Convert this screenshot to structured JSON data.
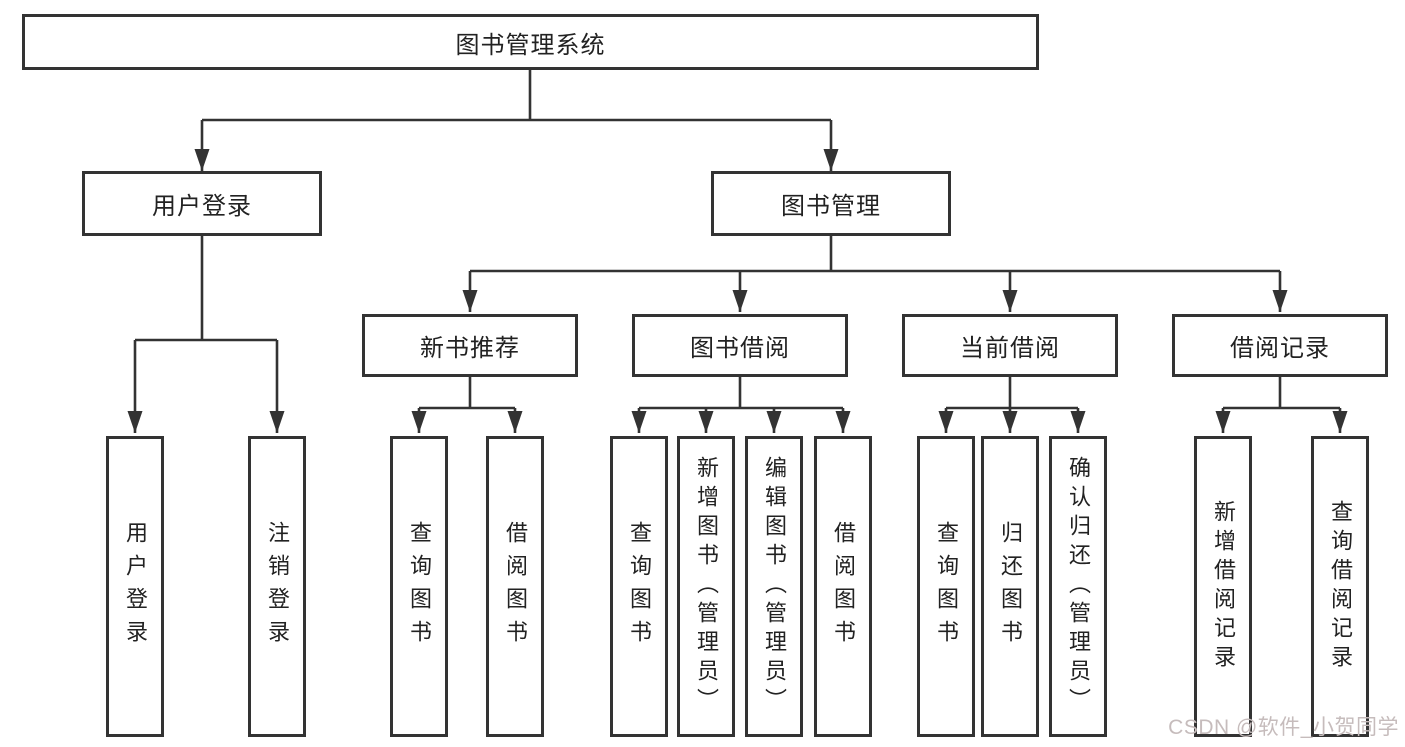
{
  "nodes": {
    "root": "图书管理系统",
    "user_login": "用户登录",
    "book_mgmt": "图书管理",
    "new_book_rec": "新书推荐",
    "book_borrow": "图书借阅",
    "current_borrow": "当前借阅",
    "borrow_records": "借阅记录",
    "leaf_user_login": "用户登录",
    "leaf_logout": "注销登录",
    "leaf_nb_query_books": "查询图书",
    "leaf_nb_borrow_books": "借阅图书",
    "leaf_bb_query_books": "查询图书",
    "leaf_bb_add_books": "新增图书（管理员）",
    "leaf_bb_edit_books": "编辑图书（管理员）",
    "leaf_bb_borrow_books": "借阅图书",
    "leaf_cb_query_books": "查询图书",
    "leaf_cb_return_books": "归还图书",
    "leaf_cb_confirm_return": "确认归还（管理员）",
    "leaf_br_add_record": "新增借阅记录",
    "leaf_br_query_record": "查询借阅记录"
  },
  "hierarchy": {
    "图书管理系统": {
      "用户登录": [
        "用户登录",
        "注销登录"
      ],
      "图书管理": {
        "新书推荐": [
          "查询图书",
          "借阅图书"
        ],
        "图书借阅": [
          "查询图书",
          "新增图书（管理员）",
          "编辑图书（管理员）",
          "借阅图书"
        ],
        "当前借阅": [
          "查询图书",
          "归还图书",
          "确认归还（管理员）"
        ],
        "借阅记录": [
          "新增借阅记录",
          "查询借阅记录"
        ]
      }
    }
  },
  "watermark": "CSDN @软件_小贺同学",
  "colors": {
    "line": "#333333",
    "text": "#222222",
    "watermark": "#c6bcbc"
  }
}
